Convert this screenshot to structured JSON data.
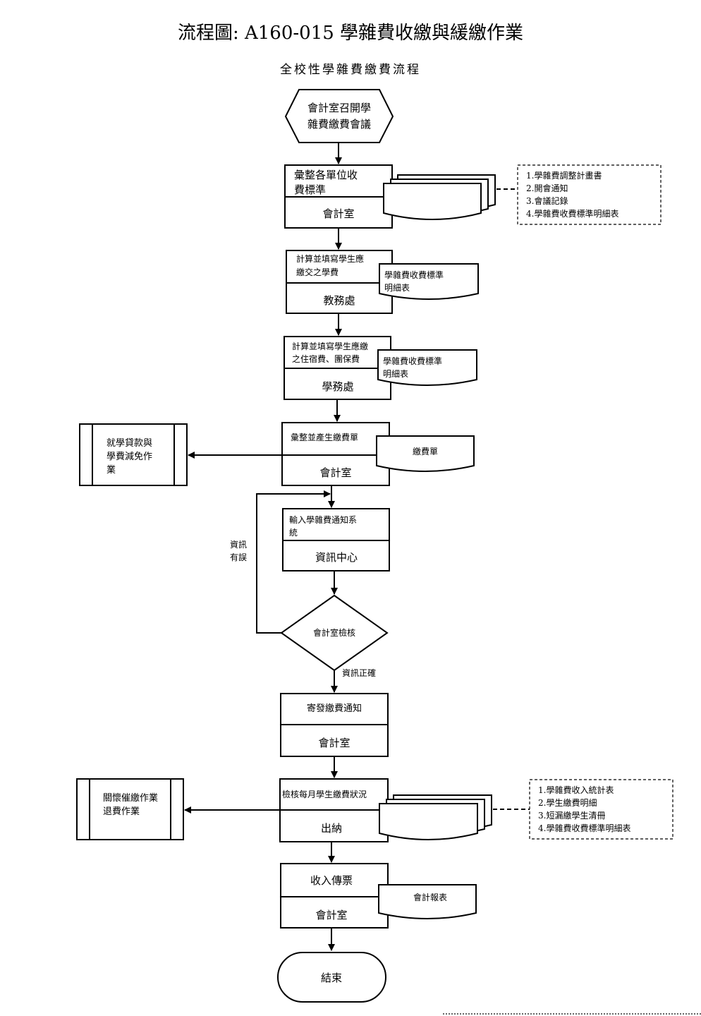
{
  "title": "流程圖: A160-015 學雜費收繳與緩繳作業",
  "subtitle": "全校性學雜費繳費流程",
  "start": {
    "line1": "會計室召開學",
    "line2": "雜費繳費會議"
  },
  "step1": {
    "task1": "彙整各單位收",
    "task2": "費標準",
    "unit": "會計室"
  },
  "step1_docs": {
    "items": [
      "1.學雜費調整計畫書",
      "2.開會通知",
      "3.會議記錄",
      "4.學雜費收費標準明細表"
    ]
  },
  "step2": {
    "task1": "計算並填寫學生應",
    "task2": "繳交之學費",
    "unit": "教務處",
    "doc1": "學雜費收費標準",
    "doc2": "明細表"
  },
  "step3": {
    "task1": "計算並填寫學生應繳",
    "task2": "之住宿費、團保費",
    "unit": "學務處",
    "doc1": "學雜費收費標準",
    "doc2": "明細表"
  },
  "step4": {
    "task": "彙整並產生繳費單",
    "unit": "會計室",
    "doc": "繳費單"
  },
  "side1": {
    "line1": "就學貸款與",
    "line2": "學費減免作",
    "line3": "業"
  },
  "step5": {
    "task1": "輸入學雜費通知系",
    "task2": "統",
    "unit": "資訊中心"
  },
  "loop_label": {
    "line1": "資訊",
    "line2": "有誤"
  },
  "decision": {
    "label": "會計室檢核",
    "yes": "資訊正確"
  },
  "step6": {
    "task": "寄發繳費通知",
    "unit": "會計室"
  },
  "step7": {
    "task": "檢核每月學生繳費狀況",
    "unit": "出納"
  },
  "step7_docs": {
    "items": [
      "1.學雜費收入統計表",
      "2.學生繳費明細",
      "3.短漏繳學生清冊",
      "4.學雜費收費標準明細表"
    ]
  },
  "side2": {
    "line1": "關懷催繳作業",
    "line2": "退費作業"
  },
  "step8": {
    "task": "收入傳票",
    "unit": "會計室",
    "doc": "會計報表"
  },
  "end": {
    "label": "結束"
  }
}
